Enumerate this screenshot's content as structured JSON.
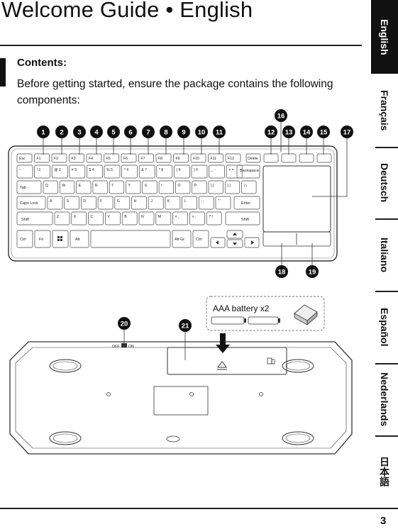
{
  "header": {
    "title": "Welcome Guide • English"
  },
  "contents": {
    "heading": "Contents:",
    "intro": "Before getting started, ensure the package contains the following components:"
  },
  "language_tabs": [
    {
      "label": "English",
      "active": true
    },
    {
      "label": "Français",
      "active": false
    },
    {
      "label": "Deutsch",
      "active": false
    },
    {
      "label": "Italiano",
      "active": false
    },
    {
      "label": "Español",
      "active": false
    },
    {
      "label": "Nederlands",
      "active": false
    },
    {
      "label": "日本語",
      "active": false
    }
  ],
  "callouts_top": [
    "1",
    "2",
    "3",
    "4",
    "5",
    "6",
    "7",
    "8",
    "9",
    "10",
    "11",
    "12",
    "13",
    "14",
    "15",
    "16",
    "17"
  ],
  "callouts_bottom": [
    "18",
    "19"
  ],
  "callouts_back": [
    "20",
    "21"
  ],
  "battery": {
    "label": "AAA battery x2"
  },
  "switch": {
    "off": "OFF",
    "on": "ON"
  },
  "keyboard": {
    "row_numbers": [
      "~ `",
      "! 1",
      "@ 2",
      "# 3",
      "$ 4",
      "% 5",
      "^ 6",
      "& 7",
      "* 8",
      "( 9",
      ") 0",
      "_ -",
      "+ ="
    ],
    "backspace": "Backspace",
    "row_q": [
      "Q",
      "W",
      "E",
      "R",
      "T",
      "Y",
      "U",
      "I",
      "O",
      "P",
      "{ [",
      "} ]",
      "| \\"
    ],
    "tab": "Tab",
    "row_a": [
      "A",
      "S",
      "D",
      "F",
      "G",
      "H",
      "J",
      "K",
      "L",
      ": ;",
      "\" '"
    ],
    "caps": "Caps Lock",
    "enter": "Enter",
    "row_z": [
      "Z",
      "X",
      "C",
      "V",
      "B",
      "N",
      "M",
      "< ,",
      "> .",
      "? /"
    ],
    "shift_l": "Shift",
    "shift_r": "Shift",
    "ctrl_l": "Ctrl",
    "fn": "Fn",
    "alt": "Alt",
    "altgr": "Alt Gr",
    "ctrl_r": "Ctrl",
    "top_row": [
      "Esc",
      "F1",
      "F2",
      "F3",
      "F4",
      "F5",
      "F6",
      "F7",
      "F8",
      "F9",
      "F10",
      "F11",
      "F12"
    ],
    "delete": "Delete"
  },
  "footer": {
    "page_number": "3"
  }
}
